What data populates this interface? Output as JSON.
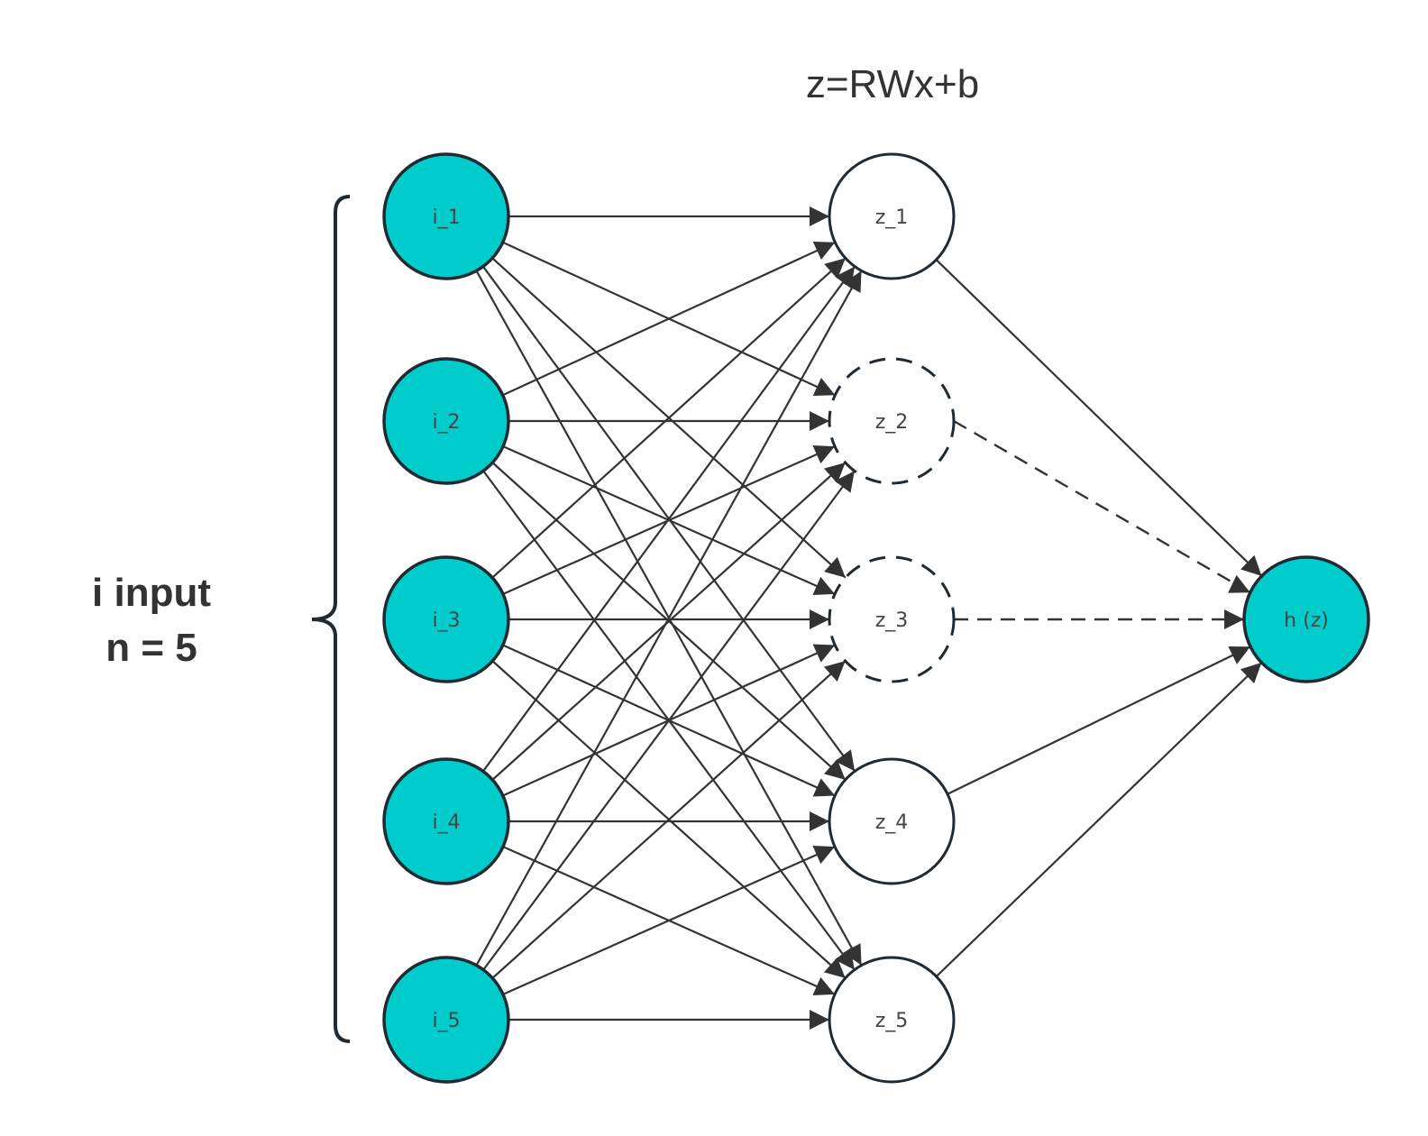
{
  "title": "z=RWx+b",
  "input_group": {
    "label_line1": "i input",
    "label_line2": "n = 5",
    "count": 5
  },
  "colors": {
    "input_fill": "#00CCCC",
    "output_fill": "#00CCCC",
    "hidden_fill": "#FFFFFF",
    "stroke": "#1F2A33",
    "edge": "#333333",
    "text": "#333333"
  },
  "layers": {
    "input": [
      {
        "id": "i1",
        "label": "i_1"
      },
      {
        "id": "i2",
        "label": "i_2"
      },
      {
        "id": "i3",
        "label": "i_3"
      },
      {
        "id": "i4",
        "label": "i_4"
      },
      {
        "id": "i5",
        "label": "i_5"
      }
    ],
    "hidden": [
      {
        "id": "z1",
        "label": "z_1",
        "dropped": false
      },
      {
        "id": "z2",
        "label": "z_2",
        "dropped": true
      },
      {
        "id": "z3",
        "label": "z_3",
        "dropped": true
      },
      {
        "id": "z4",
        "label": "z_4",
        "dropped": false
      },
      {
        "id": "z5",
        "label": "z_5",
        "dropped": false
      }
    ],
    "output": [
      {
        "id": "h",
        "label": "h (z)"
      }
    ]
  },
  "connections": {
    "input_to_hidden": "fully-connected",
    "hidden_to_output": "fully-connected",
    "dropped_edges_style": "dashed"
  }
}
